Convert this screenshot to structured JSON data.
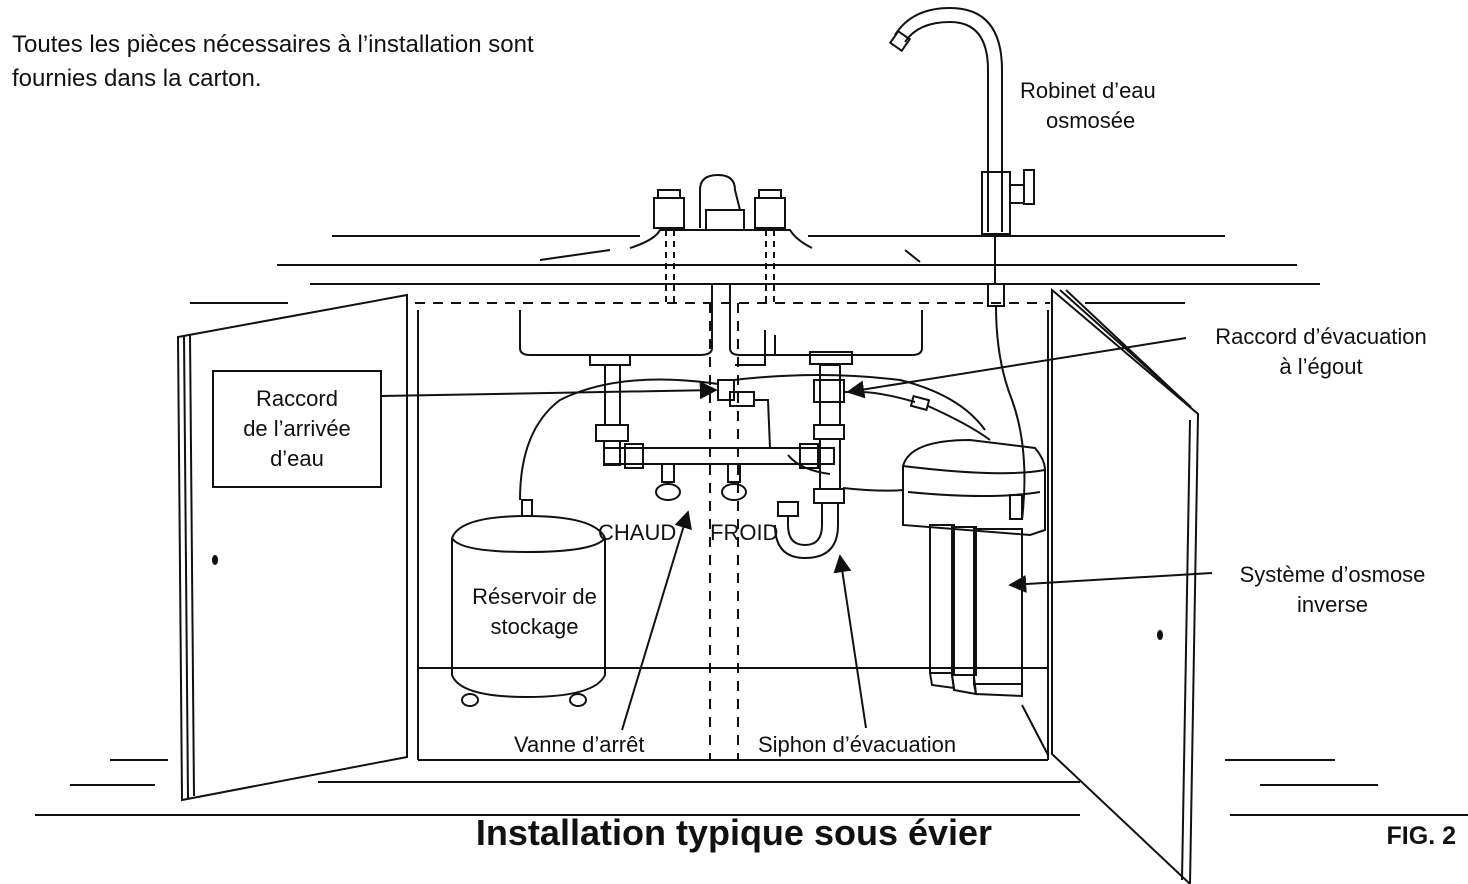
{
  "intro": {
    "line1": "Toutes les pièces nécessaires à l’installation sont",
    "line2": "fournies dans la carton."
  },
  "labels": {
    "faucet_l1": "Robinet d’eau",
    "faucet_l2": "osmosée",
    "drain_conn_l1": "Raccord d’évacuation",
    "drain_conn_l2": "à l’égout",
    "inlet_l1": "Raccord",
    "inlet_l2": "de l’arrivée",
    "inlet_l3": "d’eau",
    "hot": "CHAUD",
    "cold": "FROID",
    "tank_l1": "Réservoir de",
    "tank_l2": "stockage",
    "ro_l1": "Système d’osmose",
    "ro_l2": "inverse",
    "shutoff": "Vanne d’arrêt",
    "drain_trap": "Siphon d’évacuation"
  },
  "title": "Installation typique sous évier",
  "fig": "FIG. 2"
}
